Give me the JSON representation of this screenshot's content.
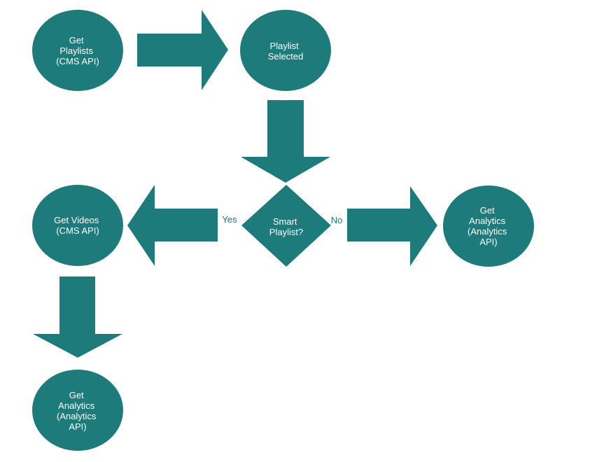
{
  "colors": {
    "shape_fill": "#1e7b7b",
    "label_text": "#ffffff",
    "edge_label_text": "#1e7b7b",
    "background": "#ffffff"
  },
  "nodes": {
    "get_playlists": {
      "lines": [
        "Get",
        "Playlists",
        "(CMS API)"
      ],
      "shape": "ellipse"
    },
    "playlist_selected": {
      "lines": [
        "Playlist",
        "Selected"
      ],
      "shape": "ellipse"
    },
    "smart_playlist": {
      "lines": [
        "Smart",
        "Playlist?"
      ],
      "shape": "diamond"
    },
    "get_videos": {
      "lines": [
        "Get Videos",
        "(CMS API)"
      ],
      "shape": "ellipse"
    },
    "get_analytics_right": {
      "lines": [
        "Get",
        "Analytics",
        "(Analytics",
        "API)"
      ],
      "shape": "ellipse"
    },
    "get_analytics_bottom": {
      "lines": [
        "Get",
        "Analytics",
        "(Analytics",
        "API)"
      ],
      "shape": "ellipse"
    }
  },
  "edges": {
    "yes_label": "Yes",
    "no_label": "No"
  }
}
